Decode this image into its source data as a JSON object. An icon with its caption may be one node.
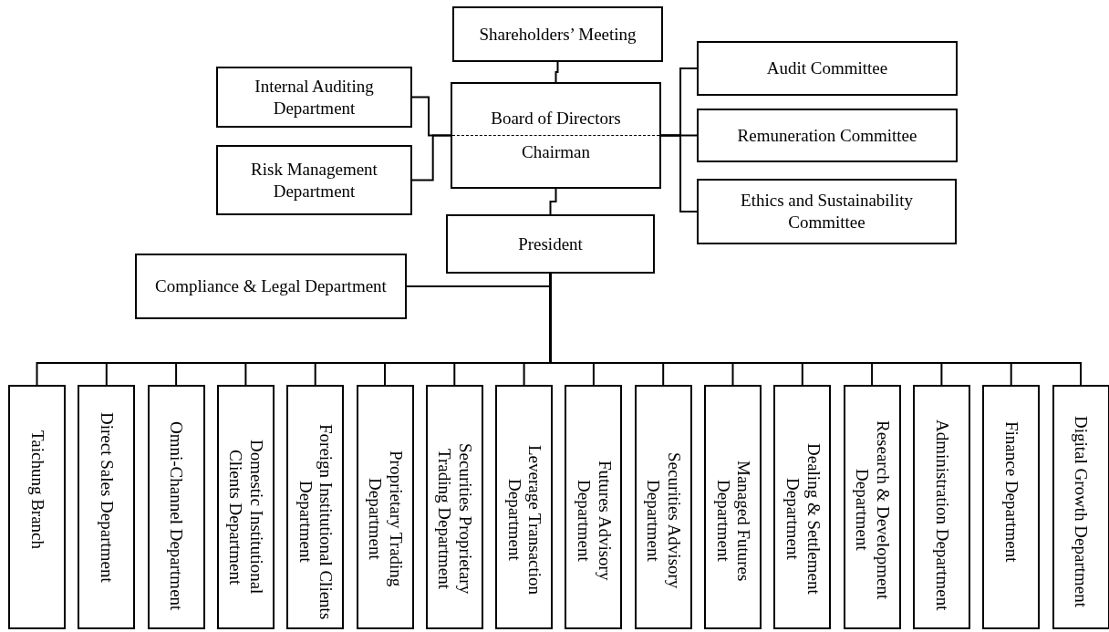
{
  "diagram": {
    "nodes": [
      {
        "text": [
          "Shareholders’ Meeting"
        ]
      },
      {
        "text": [
          "Internal Auditing Department"
        ]
      },
      {
        "text": [
          "Board of Directors",
          "Chairman"
        ]
      },
      {
        "text": [
          "Audit Committee"
        ]
      },
      {
        "text": [
          "Risk Management Department"
        ]
      },
      {
        "text": [
          "Remuneration Committee"
        ]
      },
      {
        "text": [
          "Ethics and Sustainability Committee"
        ]
      },
      {
        "text": [
          "President"
        ]
      },
      {
        "text": [
          "Compliance & Legal Department"
        ]
      },
      {
        "text": [
          "Taichung Branch"
        ]
      },
      {
        "text": [
          "Direct Sales Department"
        ]
      },
      {
        "text": [
          "Omni-Channel Department"
        ]
      },
      {
        "text": [
          "Domestic Institutional Clients Department"
        ]
      },
      {
        "text": [
          "Foreign Institutional Clients Department"
        ]
      },
      {
        "text": [
          "Proprietary Trading Department"
        ]
      },
      {
        "text": [
          "Securities Proprietary Trading Department"
        ]
      },
      {
        "text": [
          "Leverage Transaction Department"
        ]
      },
      {
        "text": [
          "Futures Advisory Department"
        ]
      },
      {
        "text": [
          "Securities Advisory Department"
        ]
      },
      {
        "text": [
          "Managed Futures Department"
        ]
      },
      {
        "text": [
          "Dealing & Settlement Department"
        ]
      },
      {
        "text": [
          "Research & Development Department"
        ]
      },
      {
        "text": [
          "Administration Department"
        ]
      },
      {
        "text": [
          "Finance Department"
        ]
      },
      {
        "text": [
          "Digital Growth Department"
        ]
      }
    ],
    "edges": [
      {
        "from": 0,
        "to": 2,
        "arrow": "none"
      },
      {
        "from": 1,
        "to": 2,
        "arrow": "none"
      },
      {
        "from": 4,
        "to": 2,
        "arrow": "none"
      },
      {
        "from": 2,
        "to": 3,
        "arrow": "none"
      },
      {
        "from": 2,
        "to": 5,
        "arrow": "none"
      },
      {
        "from": 2,
        "to": 6,
        "arrow": "none"
      },
      {
        "from": 2,
        "to": 7,
        "arrow": "none"
      },
      {
        "from": 7,
        "to": 8,
        "arrow": "none"
      },
      {
        "from": 7,
        "to": 9,
        "arrow": "none"
      },
      {
        "from": 7,
        "to": 10,
        "arrow": "none"
      },
      {
        "from": 7,
        "to": 11,
        "arrow": "none"
      },
      {
        "from": 7,
        "to": 12,
        "arrow": "none"
      },
      {
        "from": 7,
        "to": 13,
        "arrow": "none"
      },
      {
        "from": 7,
        "to": 14,
        "arrow": "none"
      },
      {
        "from": 7,
        "to": 15,
        "arrow": "none"
      },
      {
        "from": 7,
        "to": 16,
        "arrow": "none"
      },
      {
        "from": 7,
        "to": 17,
        "arrow": "none"
      },
      {
        "from": 7,
        "to": 18,
        "arrow": "none"
      },
      {
        "from": 7,
        "to": 19,
        "arrow": "none"
      },
      {
        "from": 7,
        "to": 20,
        "arrow": "none"
      },
      {
        "from": 7,
        "to": 21,
        "arrow": "none"
      },
      {
        "from": 7,
        "to": 22,
        "arrow": "none"
      },
      {
        "from": 7,
        "to": 23,
        "arrow": "none"
      },
      {
        "from": 7,
        "to": 24,
        "arrow": "none"
      }
    ]
  }
}
